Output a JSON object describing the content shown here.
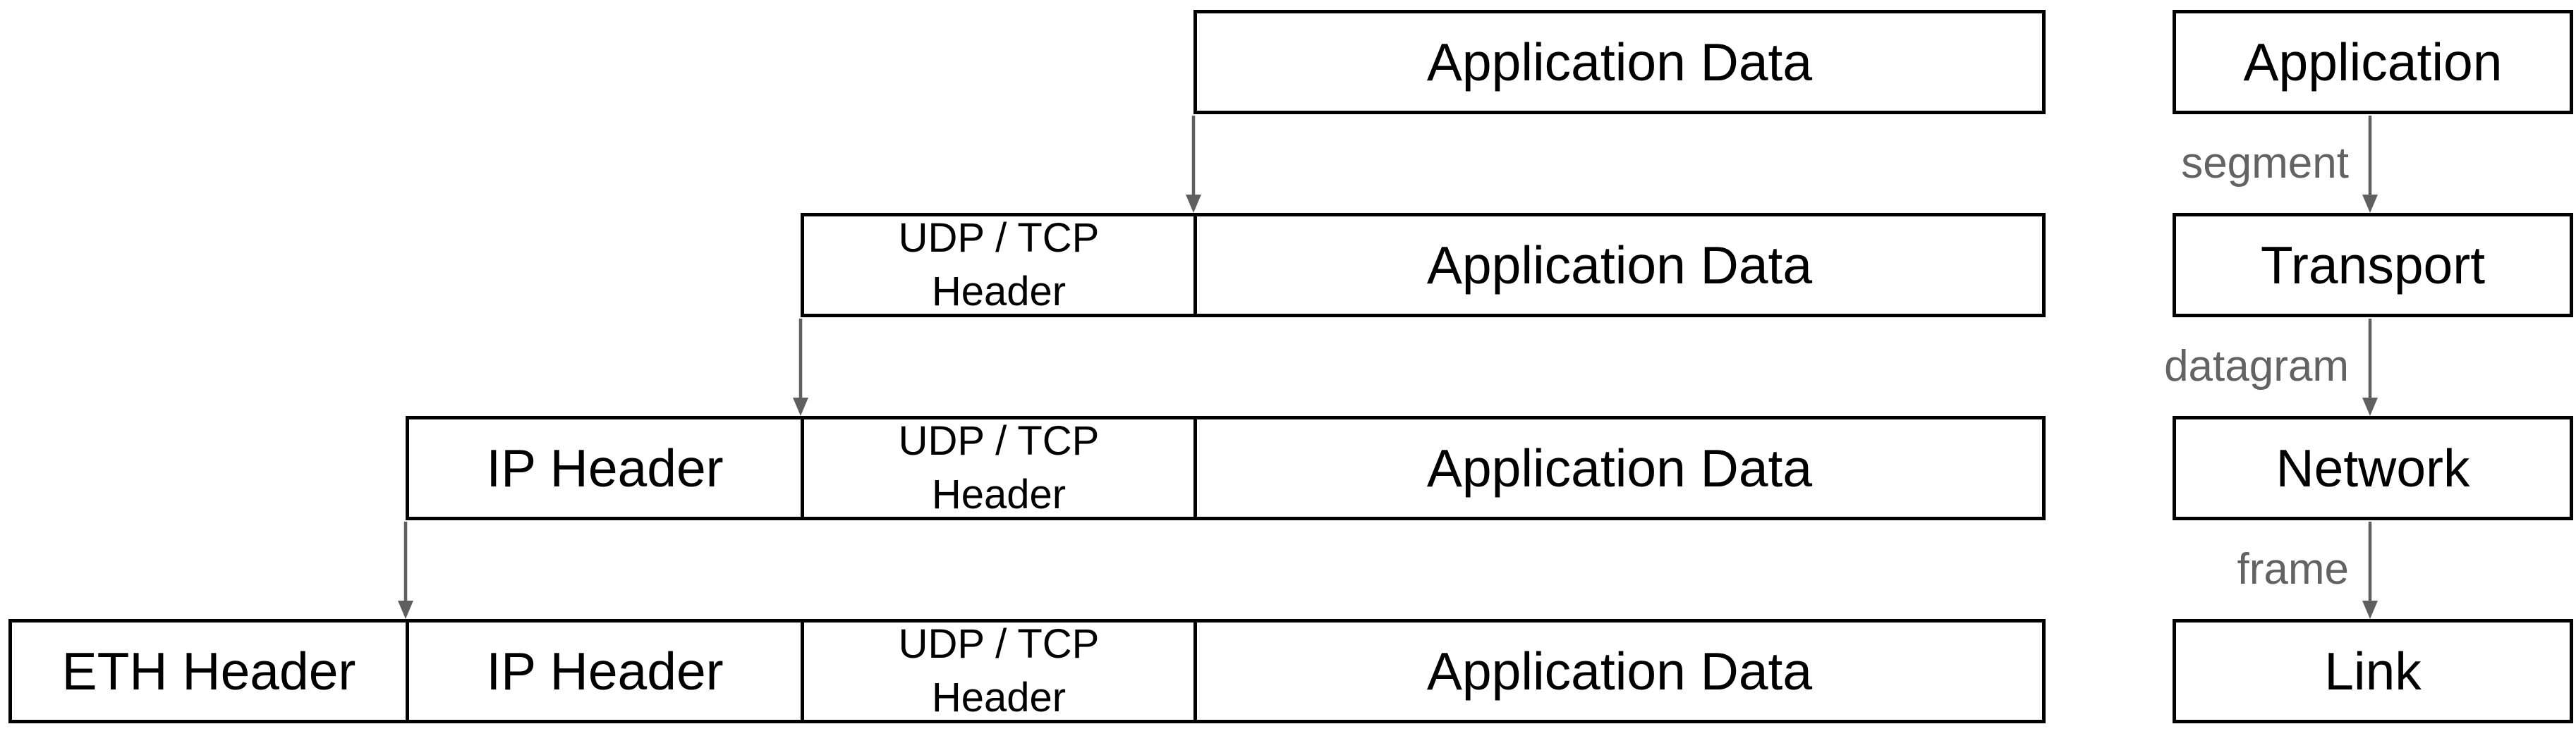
{
  "encapsulation": {
    "rows": [
      {
        "cells": [
          {
            "label": "Application Data"
          }
        ]
      },
      {
        "cells": [
          {
            "label": "UDP / TCP\nHeader"
          },
          {
            "label": "Application Data"
          }
        ]
      },
      {
        "cells": [
          {
            "label": "IP Header"
          },
          {
            "label": "UDP / TCP\nHeader"
          },
          {
            "label": "Application Data"
          }
        ]
      },
      {
        "cells": [
          {
            "label": "ETH Header"
          },
          {
            "label": "IP Header"
          },
          {
            "label": "UDP / TCP\nHeader"
          },
          {
            "label": "Application Data"
          }
        ]
      }
    ]
  },
  "layers": {
    "boxes": [
      {
        "label": "Application"
      },
      {
        "label": "Transport"
      },
      {
        "label": "Network"
      },
      {
        "label": "Link"
      }
    ],
    "arrow_labels": [
      {
        "label": "segment"
      },
      {
        "label": "datagram"
      },
      {
        "label": "frame"
      }
    ]
  },
  "colors": {
    "box_border": "#000000",
    "box_fill": "#ffffff",
    "box_text": "#000000",
    "arrow": "#5f5f5f",
    "arrow_label_text": "#636363"
  }
}
